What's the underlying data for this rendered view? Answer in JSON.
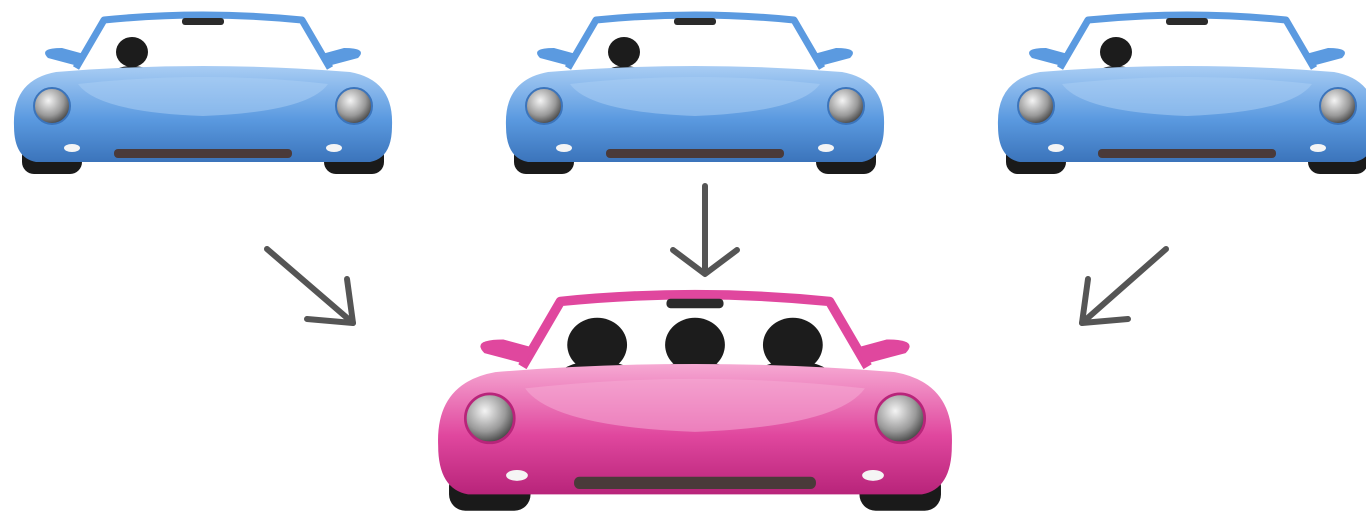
{
  "colors": {
    "solo_car_body": "#5b9ae0",
    "solo_car_light": "#a9cdf4",
    "solo_car_dark": "#3b74bb",
    "pool_car_body": "#e0479e",
    "pool_car_light": "#f6a9d3",
    "pool_car_dark": "#b8247a",
    "passenger": "#1c1c1c",
    "arrow": "#555555"
  },
  "solo_cars": [
    {
      "name": "solo-car-left",
      "passengers": 1
    },
    {
      "name": "solo-car-center",
      "passengers": 1
    },
    {
      "name": "solo-car-right",
      "passengers": 1
    }
  ],
  "pool_car": {
    "name": "carpool-car",
    "passengers": 3
  },
  "arrows": [
    {
      "from": "solo-car-left",
      "to": "carpool-car",
      "direction": "down-right"
    },
    {
      "from": "solo-car-center",
      "to": "carpool-car",
      "direction": "down"
    },
    {
      "from": "solo-car-right",
      "to": "carpool-car",
      "direction": "down-left"
    }
  ]
}
